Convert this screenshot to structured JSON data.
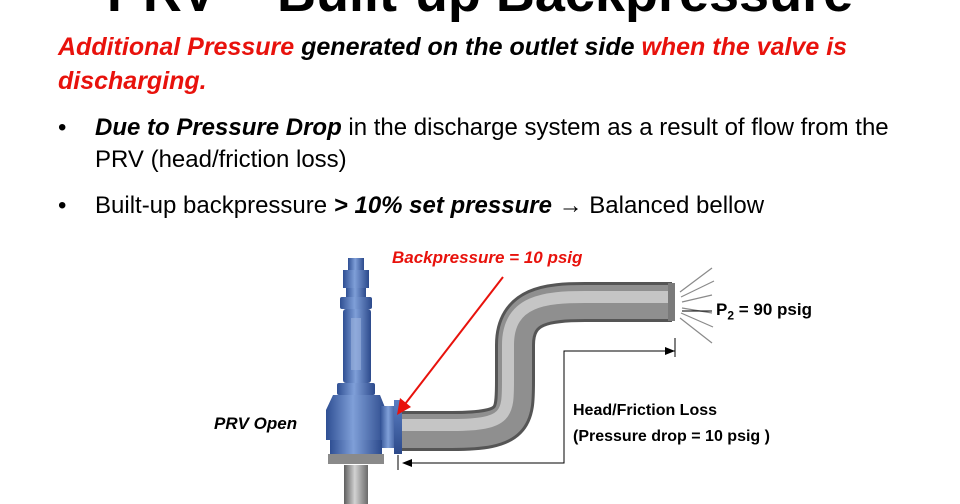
{
  "slide": {
    "title": "PRV – Built-up Backpressure",
    "intro": {
      "part1": "Additional Pressure",
      "part2": " generated on the outlet side ",
      "part3": "when the valve is discharging."
    },
    "bullets": [
      {
        "marker": "•",
        "emph": "Due to Pressure Drop",
        "text": " in the discharge system as a result of flow from the PRV (head/friction loss)"
      },
      {
        "marker": "•",
        "text_before": "Built-up backpressure ",
        "emph": "> 10% set pressure",
        "arrow": " → ",
        "text_after": "Balanced bellow"
      }
    ]
  },
  "figure": {
    "backpressure_label": "Backpressure = 10 psig",
    "p2_symbol": "P",
    "p2_sub": "2",
    "p2_value": " = 90 psig",
    "prv_label": "PRV Open",
    "head_loss_line1": "Head/Friction Loss",
    "head_loss_line2": "(Pressure drop = 10 psig )",
    "colors": {
      "accent_red": "#e8120c",
      "valve_blue": "#4a6fb6",
      "pipe_gray": "#8c8c8c"
    }
  }
}
